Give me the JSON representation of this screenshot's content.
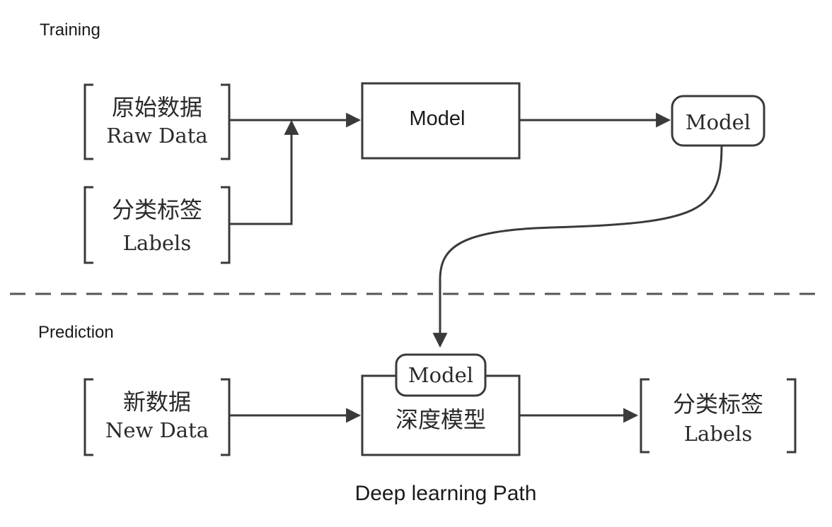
{
  "sections": {
    "training": "Training",
    "prediction": "Prediction"
  },
  "training": {
    "raw_data": {
      "cn": "原始数据",
      "en": "Raw Data"
    },
    "labels": {
      "cn": "分类标签",
      "en": "Labels"
    },
    "model_box": "Model",
    "model_output": "Model"
  },
  "prediction": {
    "new_data": {
      "cn": "新数据",
      "en": "New Data"
    },
    "model_tab": "Model",
    "deep_model": "深度模型",
    "labels_out": {
      "cn": "分类标签",
      "en": "Labels"
    }
  },
  "caption": "Deep learning Path",
  "colors": {
    "ink": "#3a3a3a",
    "background": "#ffffff"
  }
}
